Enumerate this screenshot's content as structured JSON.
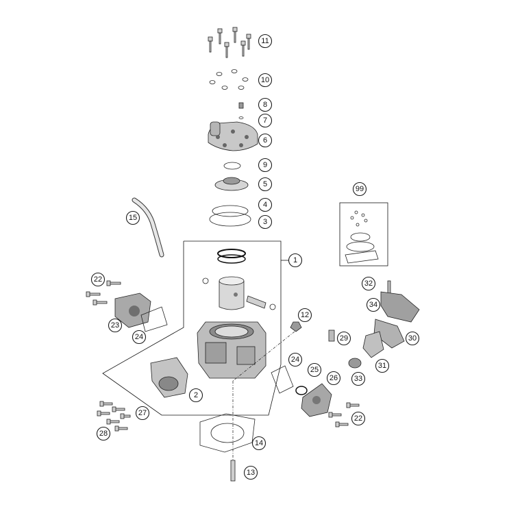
{
  "diagram": {
    "callouts": [
      {
        "id": "c11",
        "label": "11"
      },
      {
        "id": "c10",
        "label": "10"
      },
      {
        "id": "c8",
        "label": "8"
      },
      {
        "id": "c7",
        "label": "7"
      },
      {
        "id": "c6",
        "label": "6"
      },
      {
        "id": "c9",
        "label": "9"
      },
      {
        "id": "c5",
        "label": "5"
      },
      {
        "id": "c4",
        "label": "4"
      },
      {
        "id": "c3",
        "label": "3"
      },
      {
        "id": "c15",
        "label": "15"
      },
      {
        "id": "c99",
        "label": "99"
      },
      {
        "id": "c1",
        "label": "1"
      },
      {
        "id": "c22a",
        "label": "22"
      },
      {
        "id": "c32",
        "label": "32"
      },
      {
        "id": "c34",
        "label": "34"
      },
      {
        "id": "c23",
        "label": "23"
      },
      {
        "id": "c24a",
        "label": "24"
      },
      {
        "id": "c12",
        "label": "12"
      },
      {
        "id": "c29",
        "label": "29"
      },
      {
        "id": "c30",
        "label": "30"
      },
      {
        "id": "c24b",
        "label": "24"
      },
      {
        "id": "c25",
        "label": "25"
      },
      {
        "id": "c26",
        "label": "26"
      },
      {
        "id": "c33",
        "label": "33"
      },
      {
        "id": "c31",
        "label": "31"
      },
      {
        "id": "c2",
        "label": "2"
      },
      {
        "id": "c27",
        "label": "27"
      },
      {
        "id": "c22b",
        "label": "22"
      },
      {
        "id": "c28",
        "label": "28"
      },
      {
        "id": "c14",
        "label": "14"
      },
      {
        "id": "c13",
        "label": "13"
      }
    ]
  }
}
